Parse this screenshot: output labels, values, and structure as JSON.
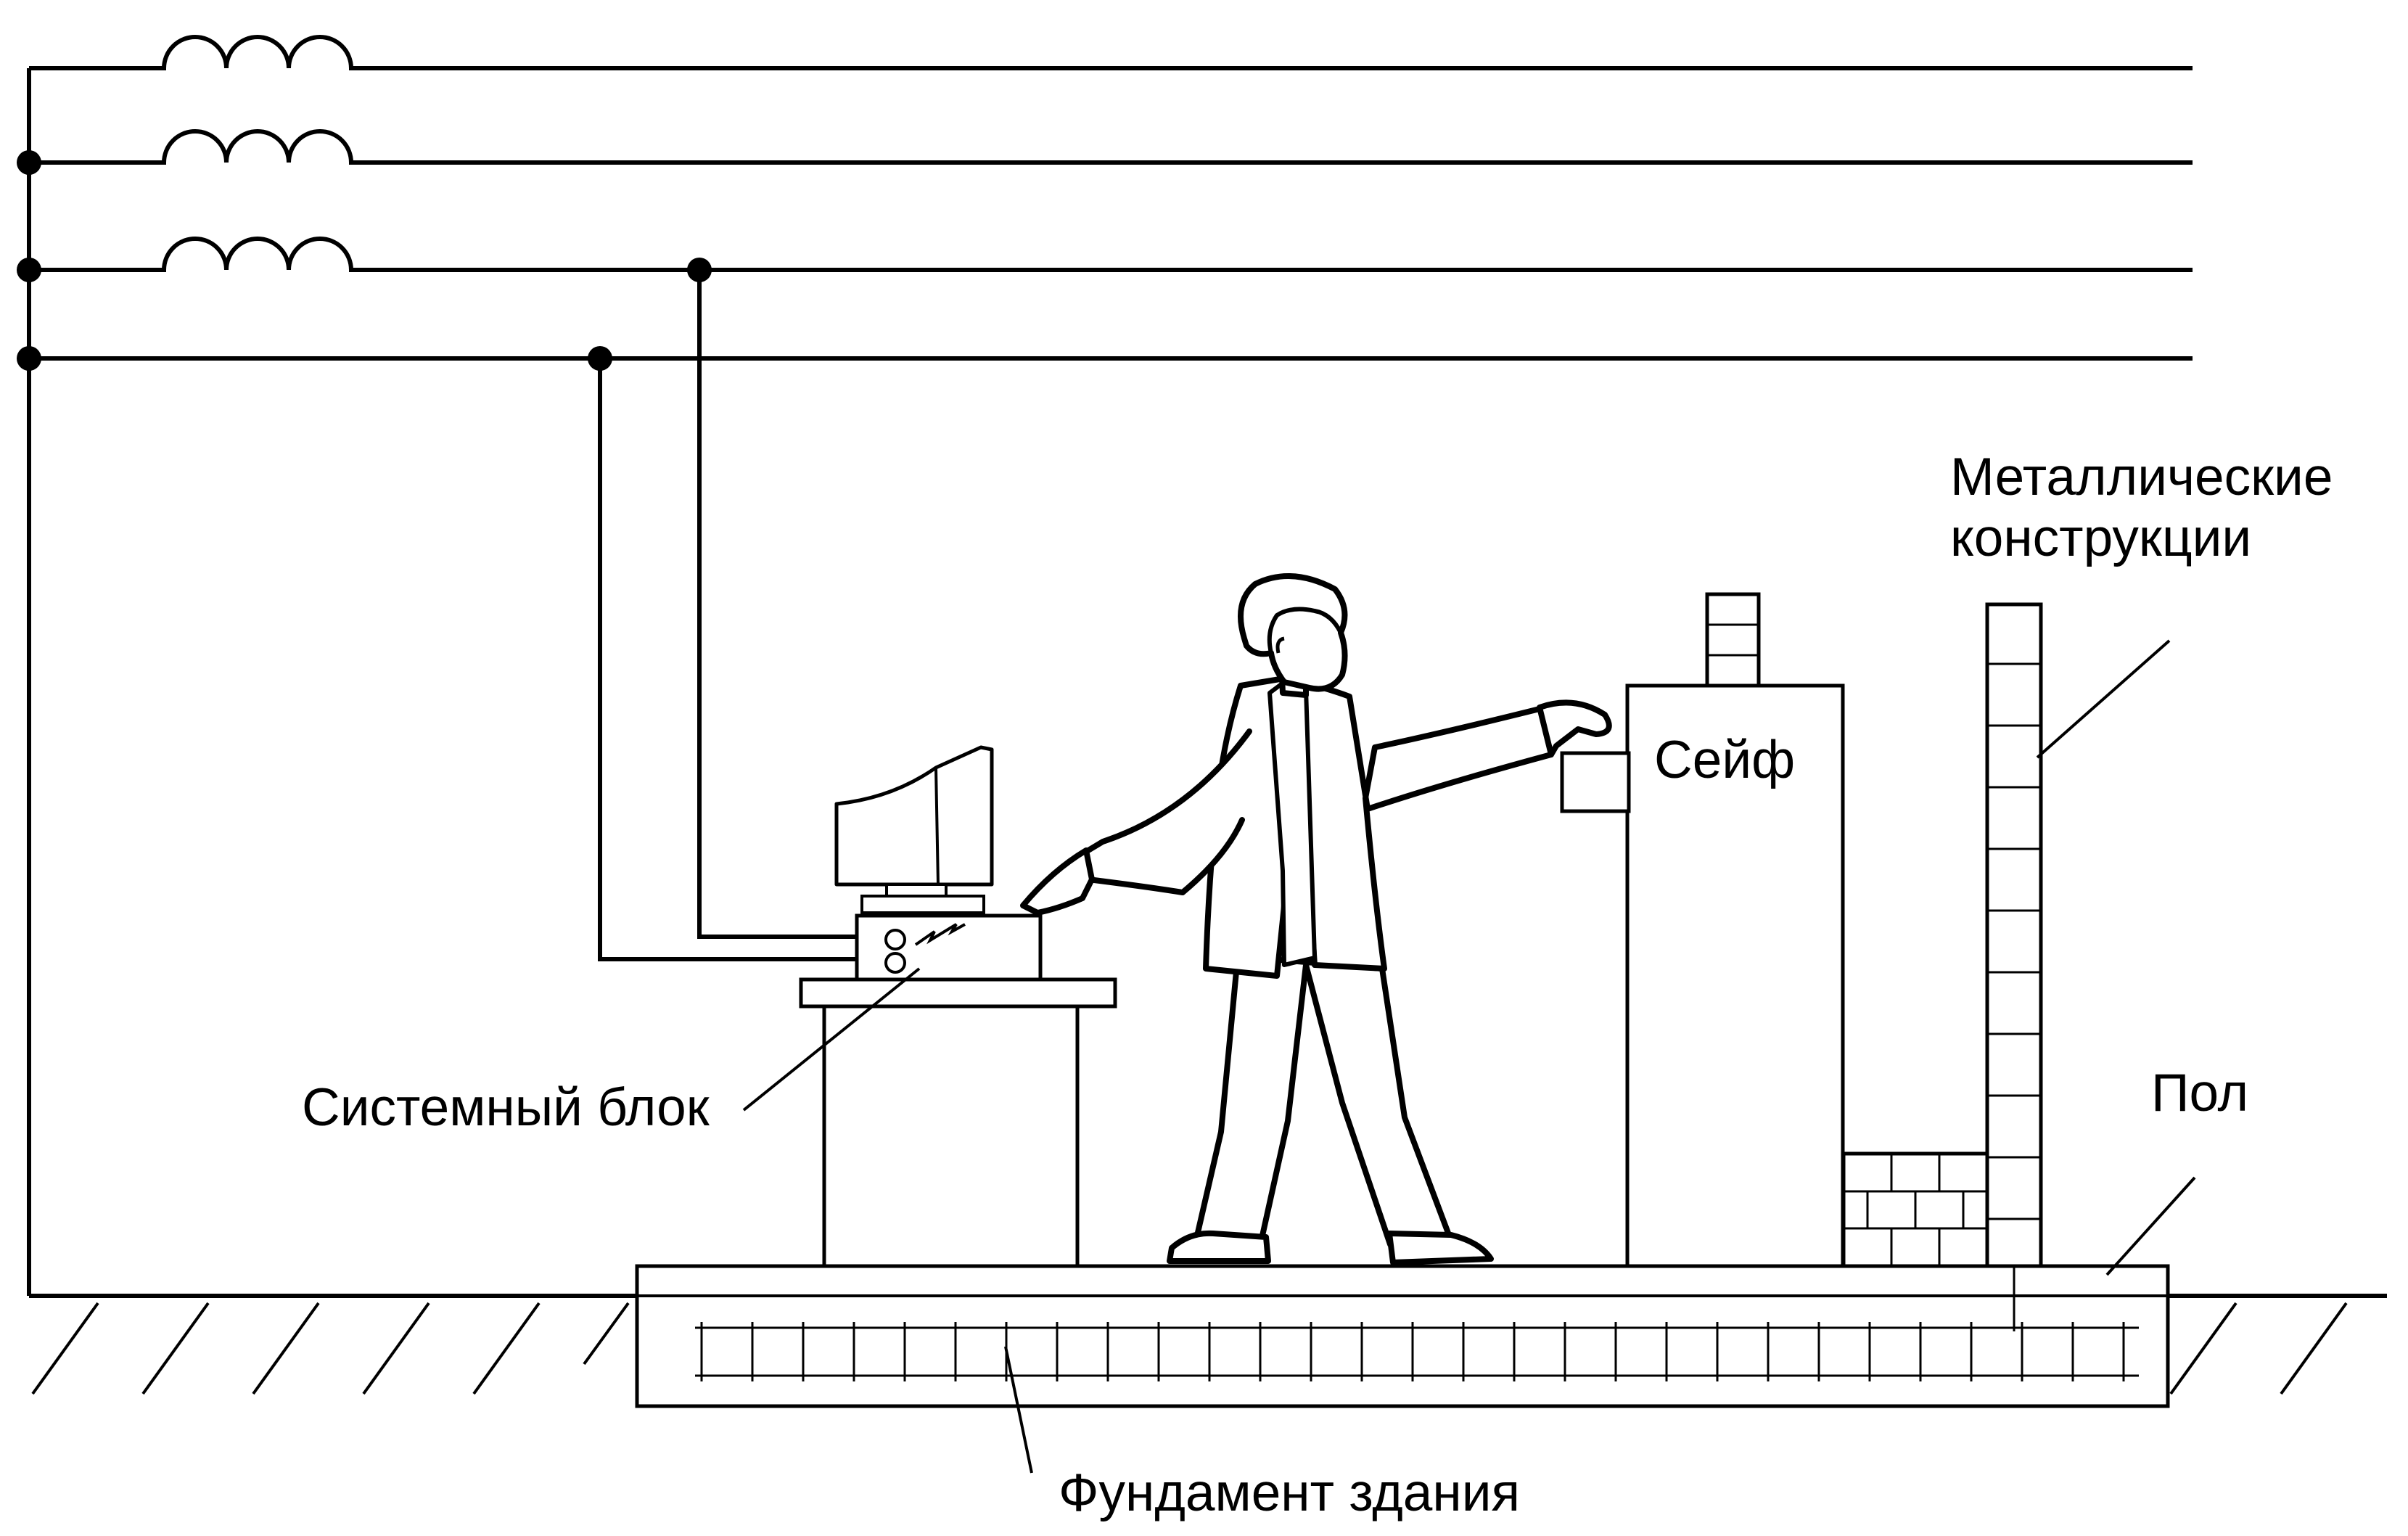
{
  "labels": {
    "metal_line1": "Металлические",
    "metal_line2": "конструкции",
    "safe": "Сейф",
    "system_unit": "Системный блок",
    "floor": "Пол",
    "foundation": "Фундамент здания"
  }
}
